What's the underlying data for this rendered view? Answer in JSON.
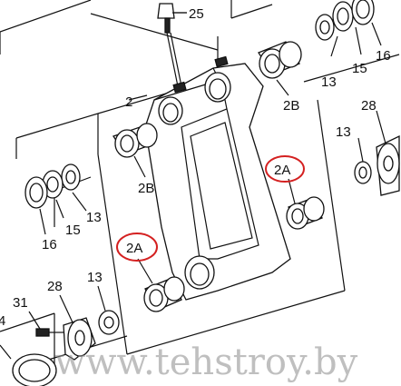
{
  "labels": {
    "n25": "25",
    "n16_top": "16",
    "n15_top": "15",
    "n13_top": "13",
    "n2": "2",
    "n2b_top": "2B",
    "n28_right": "28",
    "n13_right": "13",
    "n2a_right": "2A",
    "n2b_left": "2B",
    "n13_left": "13",
    "n15_left": "15",
    "n16_left": "16",
    "n2a_left": "2A",
    "n31": "31",
    "n28_bottom": "28",
    "n13_bottom": "13",
    "n4": "4"
  },
  "watermark": "www.tehstroy.by",
  "colors": {
    "highlight": "#d42020",
    "line": "#111111",
    "watermark": "#8a8a8a"
  }
}
